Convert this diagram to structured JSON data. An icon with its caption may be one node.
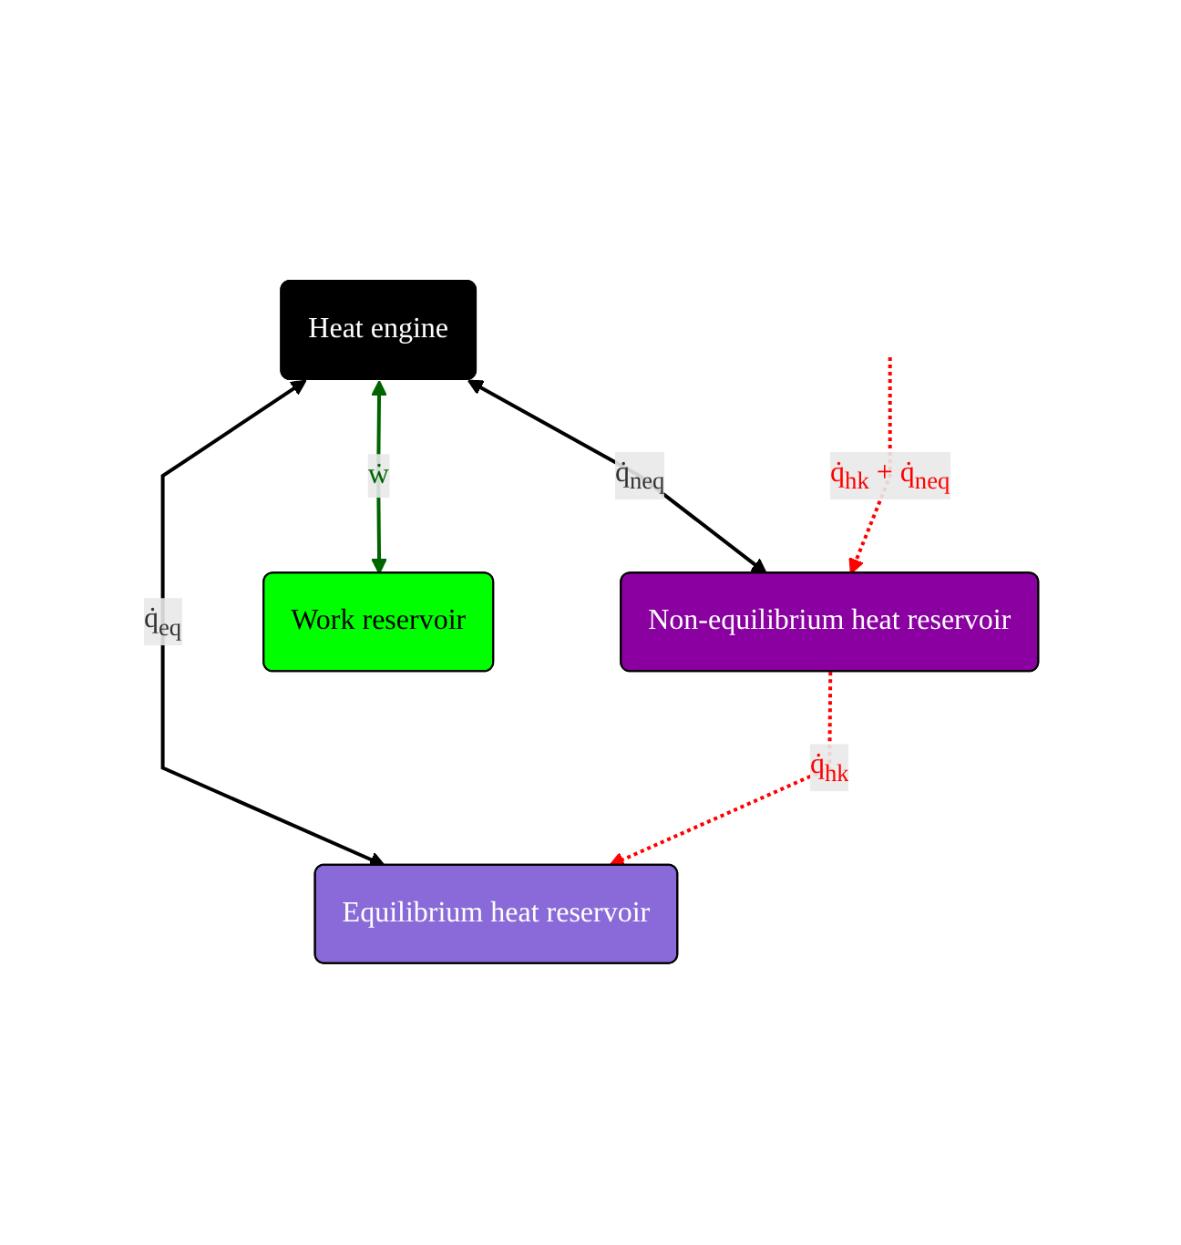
{
  "diagram": {
    "nodes": [
      {
        "text": [
          "Heat engine"
        ]
      },
      {
        "text": [
          "Non-equilibrium heat reservoir"
        ]
      },
      {
        "text": [
          "Work reservoir"
        ]
      },
      {
        "text": [
          "Equilibrium heat reservoir"
        ]
      }
    ],
    "edges": [
      {
        "from": 0,
        "to": 1,
        "arrow": "both",
        "label": "q̇$_{neq}$"
      },
      {
        "from": 0,
        "to": 2,
        "arrow": "both",
        "label": "ẇ",
        "color": "#006400"
      },
      {
        "from": 0,
        "to": 3,
        "arrow": "both",
        "label": "q̇$_{eq}$"
      },
      {
        "from": 1,
        "to": 3,
        "arrow": "to",
        "label": "q̇$_{hk}$",
        "style": "dashed",
        "color": "#ff0000"
      },
      {
        "from": null,
        "to": 1,
        "arrow": "to",
        "label": "q̇$_{hk}$ + q̇$_{neq}$",
        "style": "dashed",
        "color": "#ff0000"
      }
    ]
  }
}
